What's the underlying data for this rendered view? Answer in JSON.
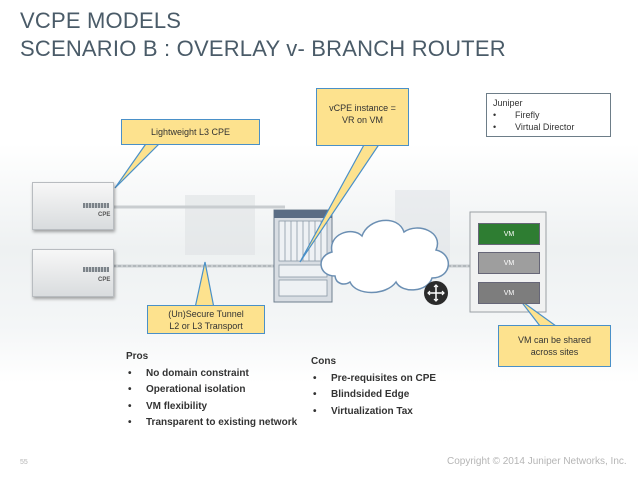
{
  "title": {
    "line1": "VCPE MODELS",
    "line2": "SCENARIO B : OVERLAY v- BRANCH ROUTER"
  },
  "callouts": {
    "lightweight_cpe": "Lightweight L3 CPE",
    "vcpe_line1": "vCPE instance =",
    "vcpe_line2": "VR on VM",
    "tunnel_line1": "(Un)Secure Tunnel",
    "tunnel_line2": "L2 or L3 Transport",
    "vm_shared_line1": "VM can be shared",
    "vm_shared_line2": "across sites"
  },
  "juniper_box": {
    "heading": "Juniper",
    "items": [
      "Firefly",
      "Virtual Director"
    ]
  },
  "devices": {
    "cpe_label_1": "CPE",
    "cpe_label_2": "CPE"
  },
  "vms": [
    {
      "label": "VM",
      "color": "#2e7d32"
    },
    {
      "label": "VM",
      "color": "#9e9e9e"
    },
    {
      "label": "VM",
      "color": "#7d7d7d"
    }
  ],
  "pros": {
    "heading": "Pros",
    "items": [
      "No domain constraint",
      "Operational isolation",
      "VM flexibility",
      "Transparent to existing network"
    ]
  },
  "cons": {
    "heading": "Cons",
    "items": [
      "Pre-requisites on CPE",
      "Blindsided Edge",
      "Virtualization Tax"
    ]
  },
  "footer": {
    "page_number": "55",
    "copyright": "Copyright © 2014 Juniper Networks, Inc."
  },
  "colors": {
    "callout_fill": "#fde28e",
    "callout_border": "#4a90c8",
    "title": "#4a5b68"
  }
}
